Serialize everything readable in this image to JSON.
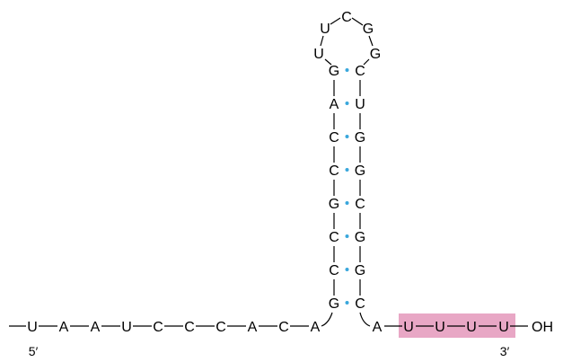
{
  "strand_5prime_label": "5′",
  "strand_3prime_label": "3′",
  "oh_label": "OH",
  "left_tail": [
    "U",
    "A",
    "A",
    "U",
    "C",
    "C",
    "C",
    "A",
    "C",
    "A"
  ],
  "stem_left": [
    "G",
    "A",
    "C",
    "C",
    "G",
    "C",
    "C",
    "G"
  ],
  "stem_right": [
    "C",
    "U",
    "G",
    "G",
    "C",
    "G",
    "G",
    "C"
  ],
  "loop": [
    "U",
    "U",
    "C",
    "G",
    "G"
  ],
  "right_tail": [
    "A",
    "U",
    "U",
    "U",
    "U"
  ],
  "highlight_color": "#e8a7c5",
  "basepair_dot_color": "#3aa7dc"
}
